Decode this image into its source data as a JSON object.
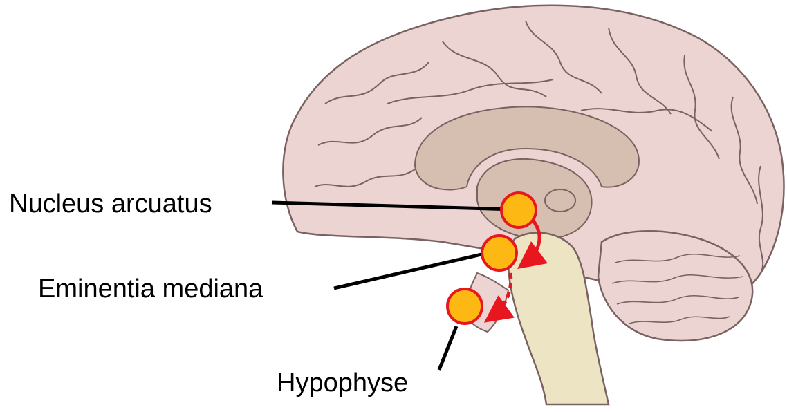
{
  "labels": {
    "nucleus": "Nucleus arcuatus",
    "eminentia": "Eminentia mediana",
    "hypophyse": "Hypophyse"
  },
  "colors": {
    "cortex_fill": "#ecd4d2",
    "cortex_stroke": "#7a6262",
    "inner_fill": "#d6bfb0",
    "brainstem_fill": "#ede4c4",
    "marker_fill": "#fdb813",
    "marker_stroke": "#e8161f",
    "arrow": "#e8161f"
  },
  "icons": {
    "brain": "brain-sagittal-illustration",
    "marker": "circle-marker"
  }
}
